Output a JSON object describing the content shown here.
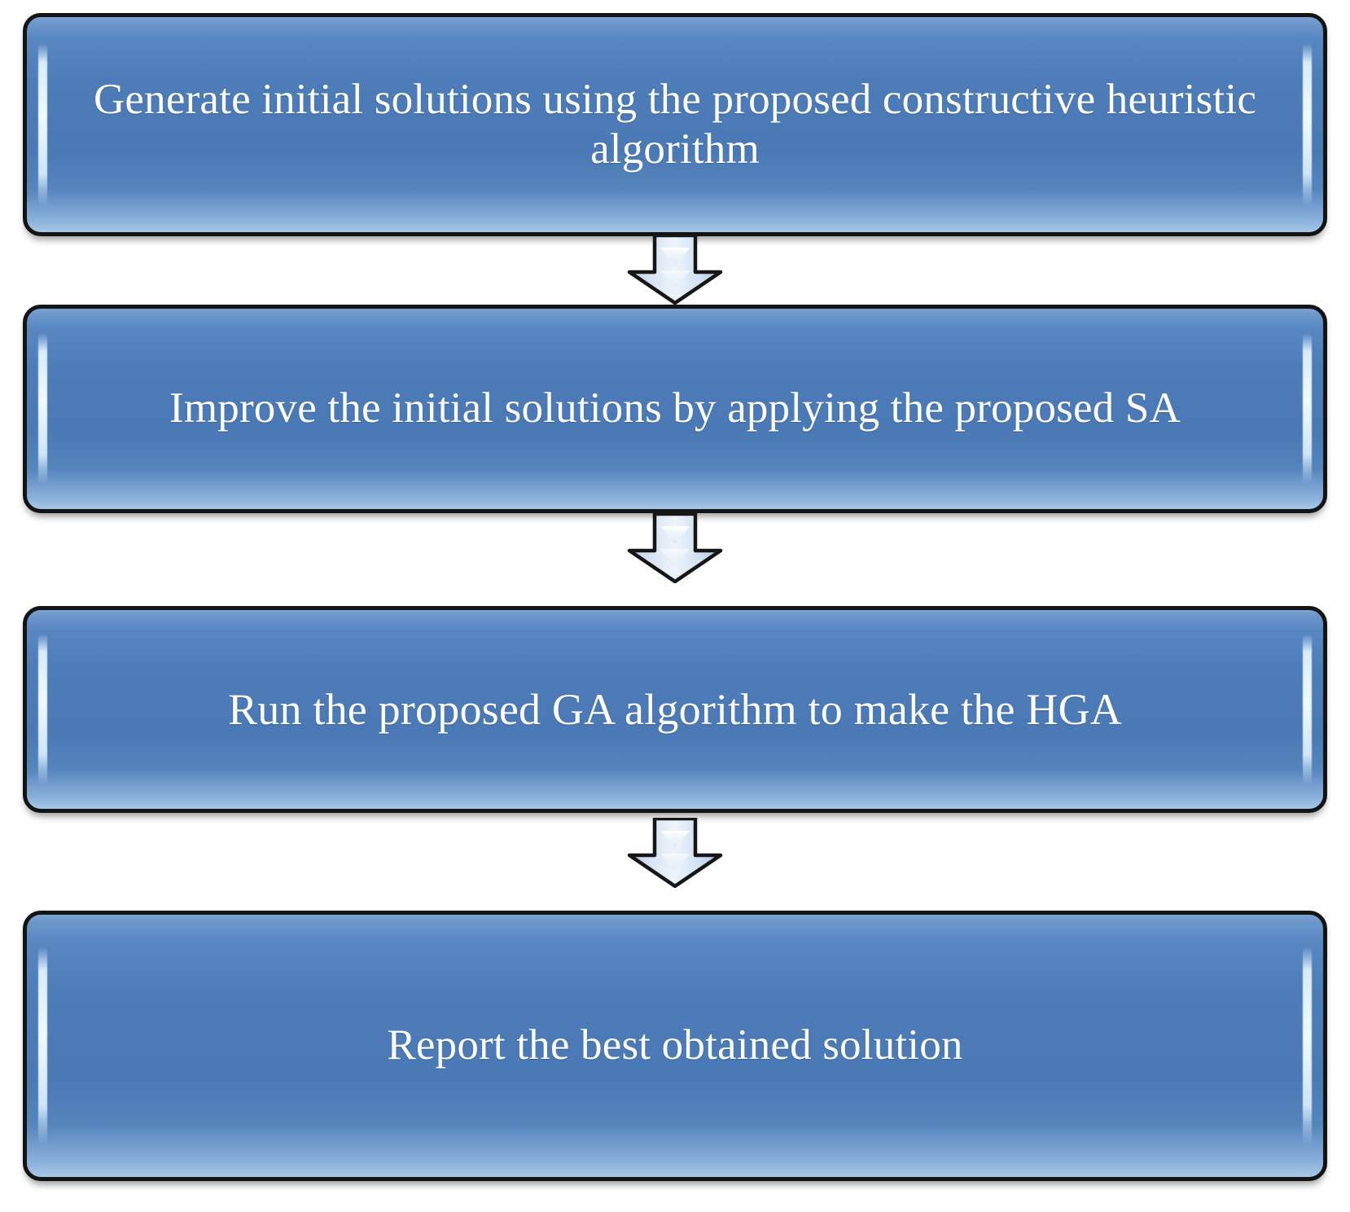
{
  "diagram": {
    "title": "Hybrid genetic algorithm (HGA) solution procedure flowchart",
    "type": "flowchart",
    "orientation": "vertical",
    "colors": {
      "node_fill_top": "#7ba3d2",
      "node_fill_mid": "#4a79b5",
      "node_fill_bottom": "#a9c7e6",
      "node_border": "#141414",
      "node_text": "#ffffff",
      "node_highlight": "#eaf5ff",
      "arrow_fill_light": "#e9f0f9",
      "arrow_fill_dark": "#b9cde6",
      "arrow_outline": "#1a1a1a",
      "background": "#ffffff"
    },
    "nodes": [
      {
        "id": "step-1",
        "order": 1,
        "shape": "rounded-rectangle",
        "text": "Generate initial solutions using the proposed constructive heuristic algorithm",
        "lines": [
          "Generate initial solutions using the proposed",
          "constructive heuristic algorithm"
        ]
      },
      {
        "id": "step-2",
        "order": 2,
        "shape": "rounded-rectangle",
        "text": "Improve the initial solutions by applying the proposed SA",
        "lines": [
          "Improve the initial solutions by applying the",
          "proposed SA"
        ]
      },
      {
        "id": "step-3",
        "order": 3,
        "shape": "rounded-rectangle",
        "text": "Run the proposed GA algorithm to make the HGA",
        "lines": [
          "Run the proposed GA algorithm to make the HGA"
        ]
      },
      {
        "id": "step-4",
        "order": 4,
        "shape": "rounded-rectangle",
        "text": "Report the best obtained solution",
        "lines": [
          "Report the best obtained solution"
        ]
      }
    ],
    "connectors": [
      {
        "id": "arrow-1",
        "from": "step-1",
        "to": "step-2",
        "kind": "block-arrow",
        "direction": "down",
        "label": ""
      },
      {
        "id": "arrow-2",
        "from": "step-2",
        "to": "step-3",
        "kind": "block-arrow",
        "direction": "down",
        "label": ""
      },
      {
        "id": "arrow-3",
        "from": "step-3",
        "to": "step-4",
        "kind": "block-arrow",
        "direction": "down",
        "label": ""
      }
    ]
  }
}
